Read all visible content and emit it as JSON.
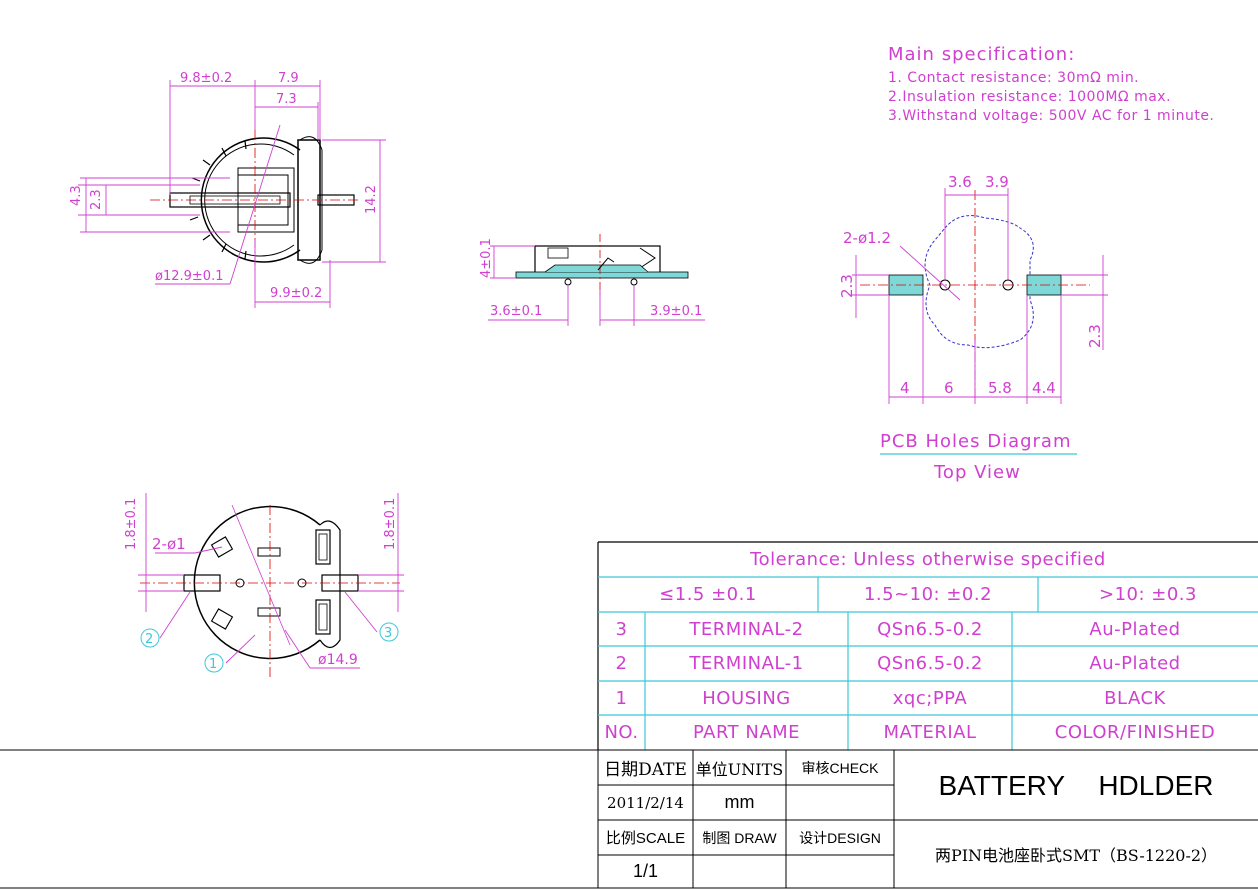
{
  "specification": {
    "heading": "Main specification:",
    "lines": [
      "1. Contact resistance: 30mΩ min.",
      "2.Insulation resistance: 1000MΩ max.",
      "3.Withstand voltage: 500V AC for 1 minute."
    ]
  },
  "pcb": {
    "label": "PCB Holes Diagram",
    "view": "Top View"
  },
  "dims": {
    "top_w1": "9.8±0.2",
    "top_w2": "7.9",
    "top_w3": "7.3",
    "top_h1": "4.3",
    "top_h2": "2.3",
    "top_h3": "14.2",
    "top_dia": "ø12.9±0.1",
    "top_bottom": "9.9±0.2",
    "side_h": "4±0.1",
    "side_l": "3.6±0.1",
    "side_r": "3.9±0.1",
    "pcb_t1": "3.6",
    "pcb_t2": "3.9",
    "pcb_holes": "2-ø1.2",
    "pcb_l": "2.3",
    "pcb_r": "2.3",
    "pcb_b1": "4",
    "pcb_b2": "6",
    "pcb_b3": "5.8",
    "pcb_b4": "4.4",
    "bot_l": "1.8±0.1",
    "bot_r": "1.8±0.1",
    "bot_holes": "2-ø1",
    "bot_dia": "ø14.9",
    "callout_1": "1",
    "callout_2": "2",
    "callout_3": "3"
  },
  "tolerance": {
    "header": "Tolerance: Unless otherwise specified",
    "ranges": [
      "≤1.5  ±0.1",
      "1.5~10:  ±0.2",
      ">10:  ±0.3"
    ]
  },
  "parts": {
    "rows": [
      {
        "no": "3",
        "name": "TERMINAL-2",
        "material": "QSn6.5-0.2",
        "finish": "Au-Plated"
      },
      {
        "no": "2",
        "name": "TERMINAL-1",
        "material": "QSn6.5-0.2",
        "finish": "Au-Plated"
      },
      {
        "no": "1",
        "name": "HOUSING",
        "material": "xqc;PPA",
        "finish": "BLACK"
      }
    ],
    "header": {
      "no": "NO.",
      "name": "PART NAME",
      "material": "MATERIAL",
      "finish": "COLOR/FINISHED"
    }
  },
  "titleblock": {
    "date_label": "日期DATE",
    "units_label": "单位UNITS",
    "check_label": "审核CHECK",
    "date_value": "2011/2/14",
    "units_value": "mm",
    "scale_label": "比例SCALE",
    "draw_label": "制图 DRAW",
    "design_label": "设计DESIGN",
    "scale_value": "1/1",
    "title": "BATTERY HDLDER",
    "subtitle": "两PIN电池座卧式SMT（BS-1220-2）"
  },
  "colors": {
    "dimension": "#d040d0",
    "table_line": "#3cc8d8",
    "outline": "#000000",
    "hole": "#3333cc",
    "pad": "#7fd8d8"
  }
}
